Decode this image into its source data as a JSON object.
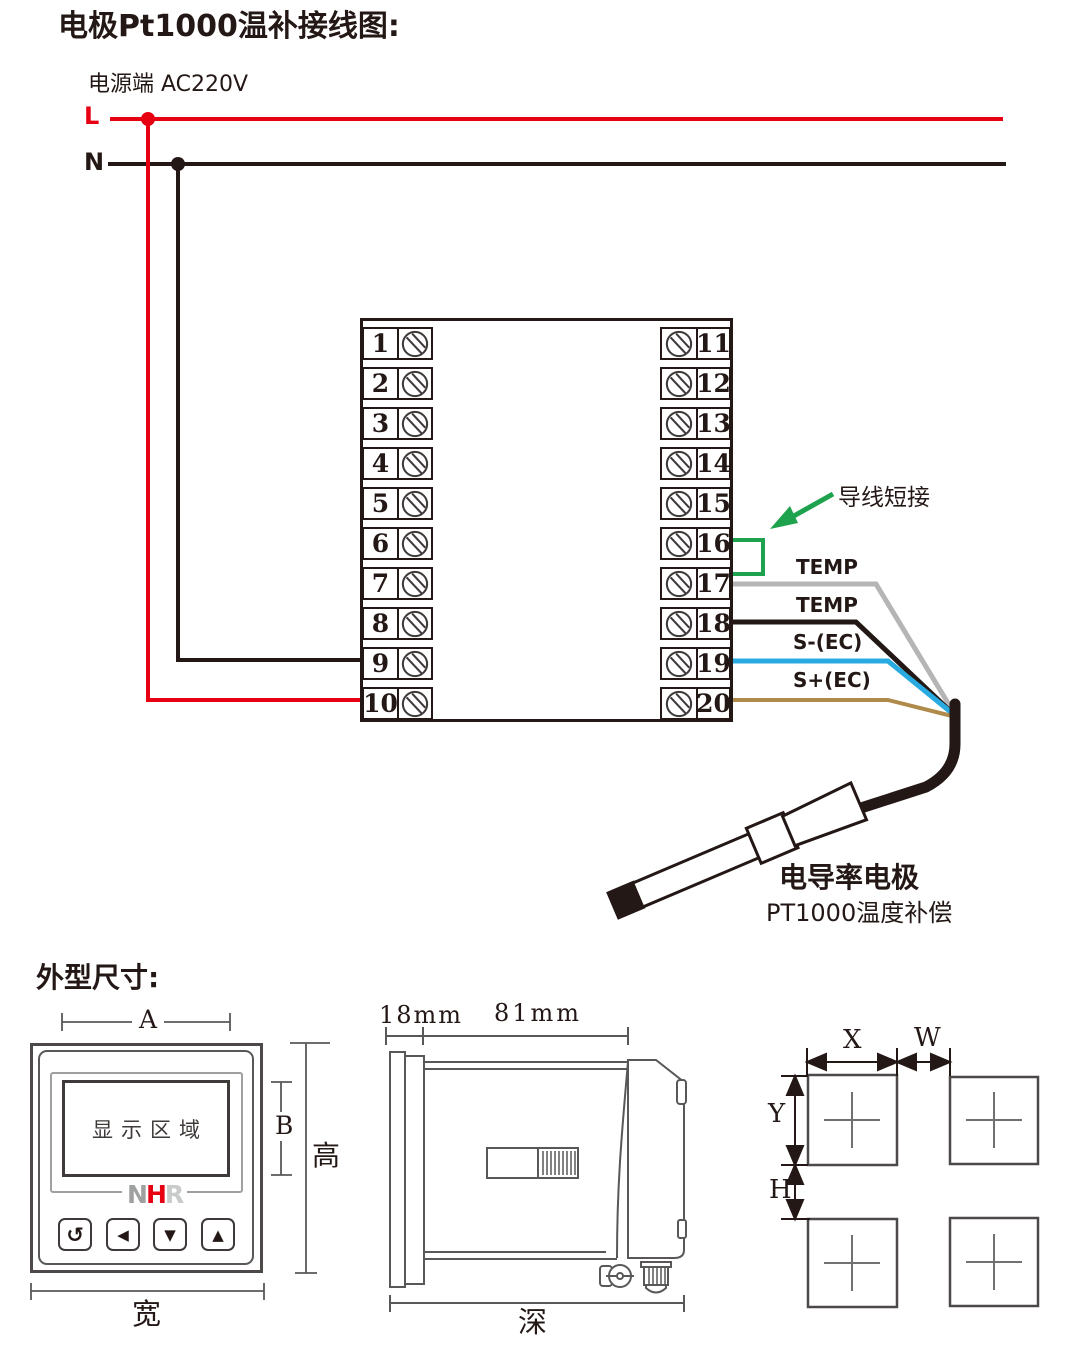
{
  "colors": {
    "red": "#E60012",
    "ink": "#231815",
    "draw": "#595757",
    "wire_gray": "#B5B5B6",
    "wire_blue": "#29ABE2",
    "wire_brown": "#B08A4A",
    "green": "#1FA24D"
  },
  "wiring": {
    "title": "电极Pt1000温补接线图:",
    "power_label": "电源端  AC220V",
    "line_l": "L",
    "line_n": "N",
    "jumper_note": "导线短接",
    "wire_labels": [
      "TEMP",
      "TEMP",
      "S-(EC)",
      "S+(EC)"
    ],
    "probe_name": "电导率电极",
    "probe_sub": "PT1000温度补偿",
    "terminals_left": [
      "1",
      "2",
      "3",
      "4",
      "5",
      "6",
      "7",
      "8",
      "9",
      "10"
    ],
    "terminals_right": [
      "11",
      "12",
      "13",
      "14",
      "15",
      "16",
      "17",
      "18",
      "19",
      "20"
    ]
  },
  "outline": {
    "title": "外型尺寸:",
    "front": {
      "dim_a": "A",
      "dim_b": "B",
      "height_label": "高",
      "width_label": "宽",
      "display_label": "显示区域",
      "logo": {
        "n": "N",
        "h": "H",
        "r": "R"
      },
      "buttons": [
        "↺",
        "◀",
        "▼",
        "▲"
      ]
    },
    "side": {
      "bezel_depth": "18mm",
      "body_depth": "81mm",
      "depth_label": "深"
    },
    "cutout": {
      "dim_x": "X",
      "dim_w": "W",
      "dim_y": "Y",
      "dim_h": "H"
    }
  }
}
